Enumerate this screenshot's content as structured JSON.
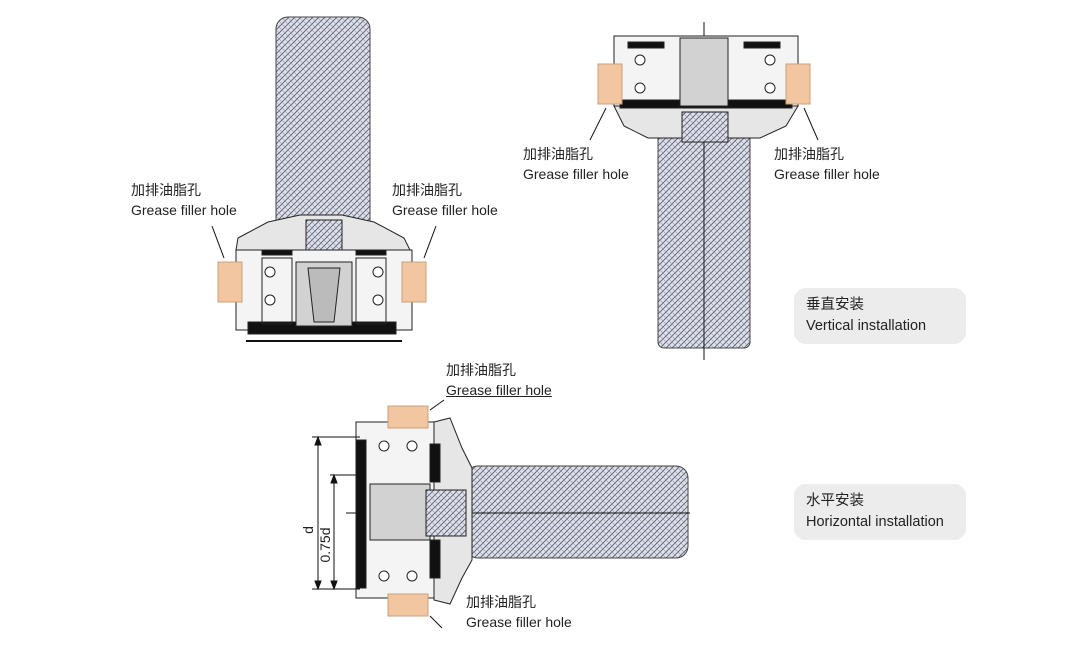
{
  "labels": {
    "grease_zh": "加排油脂孔",
    "grease_en": "Grease filler hole"
  },
  "vertical": {
    "zh": "垂直安装",
    "en": "Vertical installation"
  },
  "horizontal": {
    "zh": "水平安装",
    "en": "Horizontal installation"
  },
  "dims": {
    "d": "d",
    "d075": "0.75d"
  },
  "colors": {
    "brush": "#c9ccdb",
    "flange": "#f2c6a0",
    "badge": "#ececec",
    "housing": "#e4e4e4"
  }
}
